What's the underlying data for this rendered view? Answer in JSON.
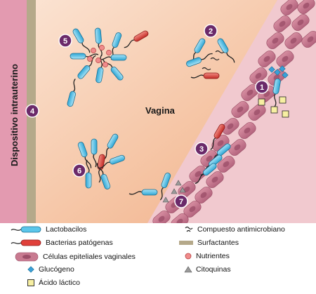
{
  "diagram": {
    "vagina_label": "Vagina",
    "device_label": "Dispositivo intrauterino",
    "markers": [
      "1",
      "2",
      "3",
      "4",
      "5",
      "6",
      "7"
    ]
  },
  "legend": {
    "lactobacilos": "Lactobacilos",
    "compuesto": "Compuesto antimicrobiano",
    "patogenas": "Bacterias patógenas",
    "surfactantes": "Surfactantes",
    "epiteliales": "Células epiteliales vaginales",
    "nutrientes": "Nutrientes",
    "glucogeno": "Glucógeno",
    "citoquinas": "Citoquinas",
    "acido": "Ácido láctico"
  },
  "colors": {
    "lactobacillus": "#5bc6ea",
    "pathogen": "#e0403a",
    "surfactant": "#b5a98a",
    "device": "#e39ab0",
    "vagina_bg": "#f5c8a8",
    "epithelium": "#c87a90",
    "nutrient": "#f08c8c",
    "glycogen": "#3aa0d8",
    "cytokine": "#9a9a9a",
    "lactic_acid": "#f7efa2",
    "marker": "#6b2a6a"
  }
}
